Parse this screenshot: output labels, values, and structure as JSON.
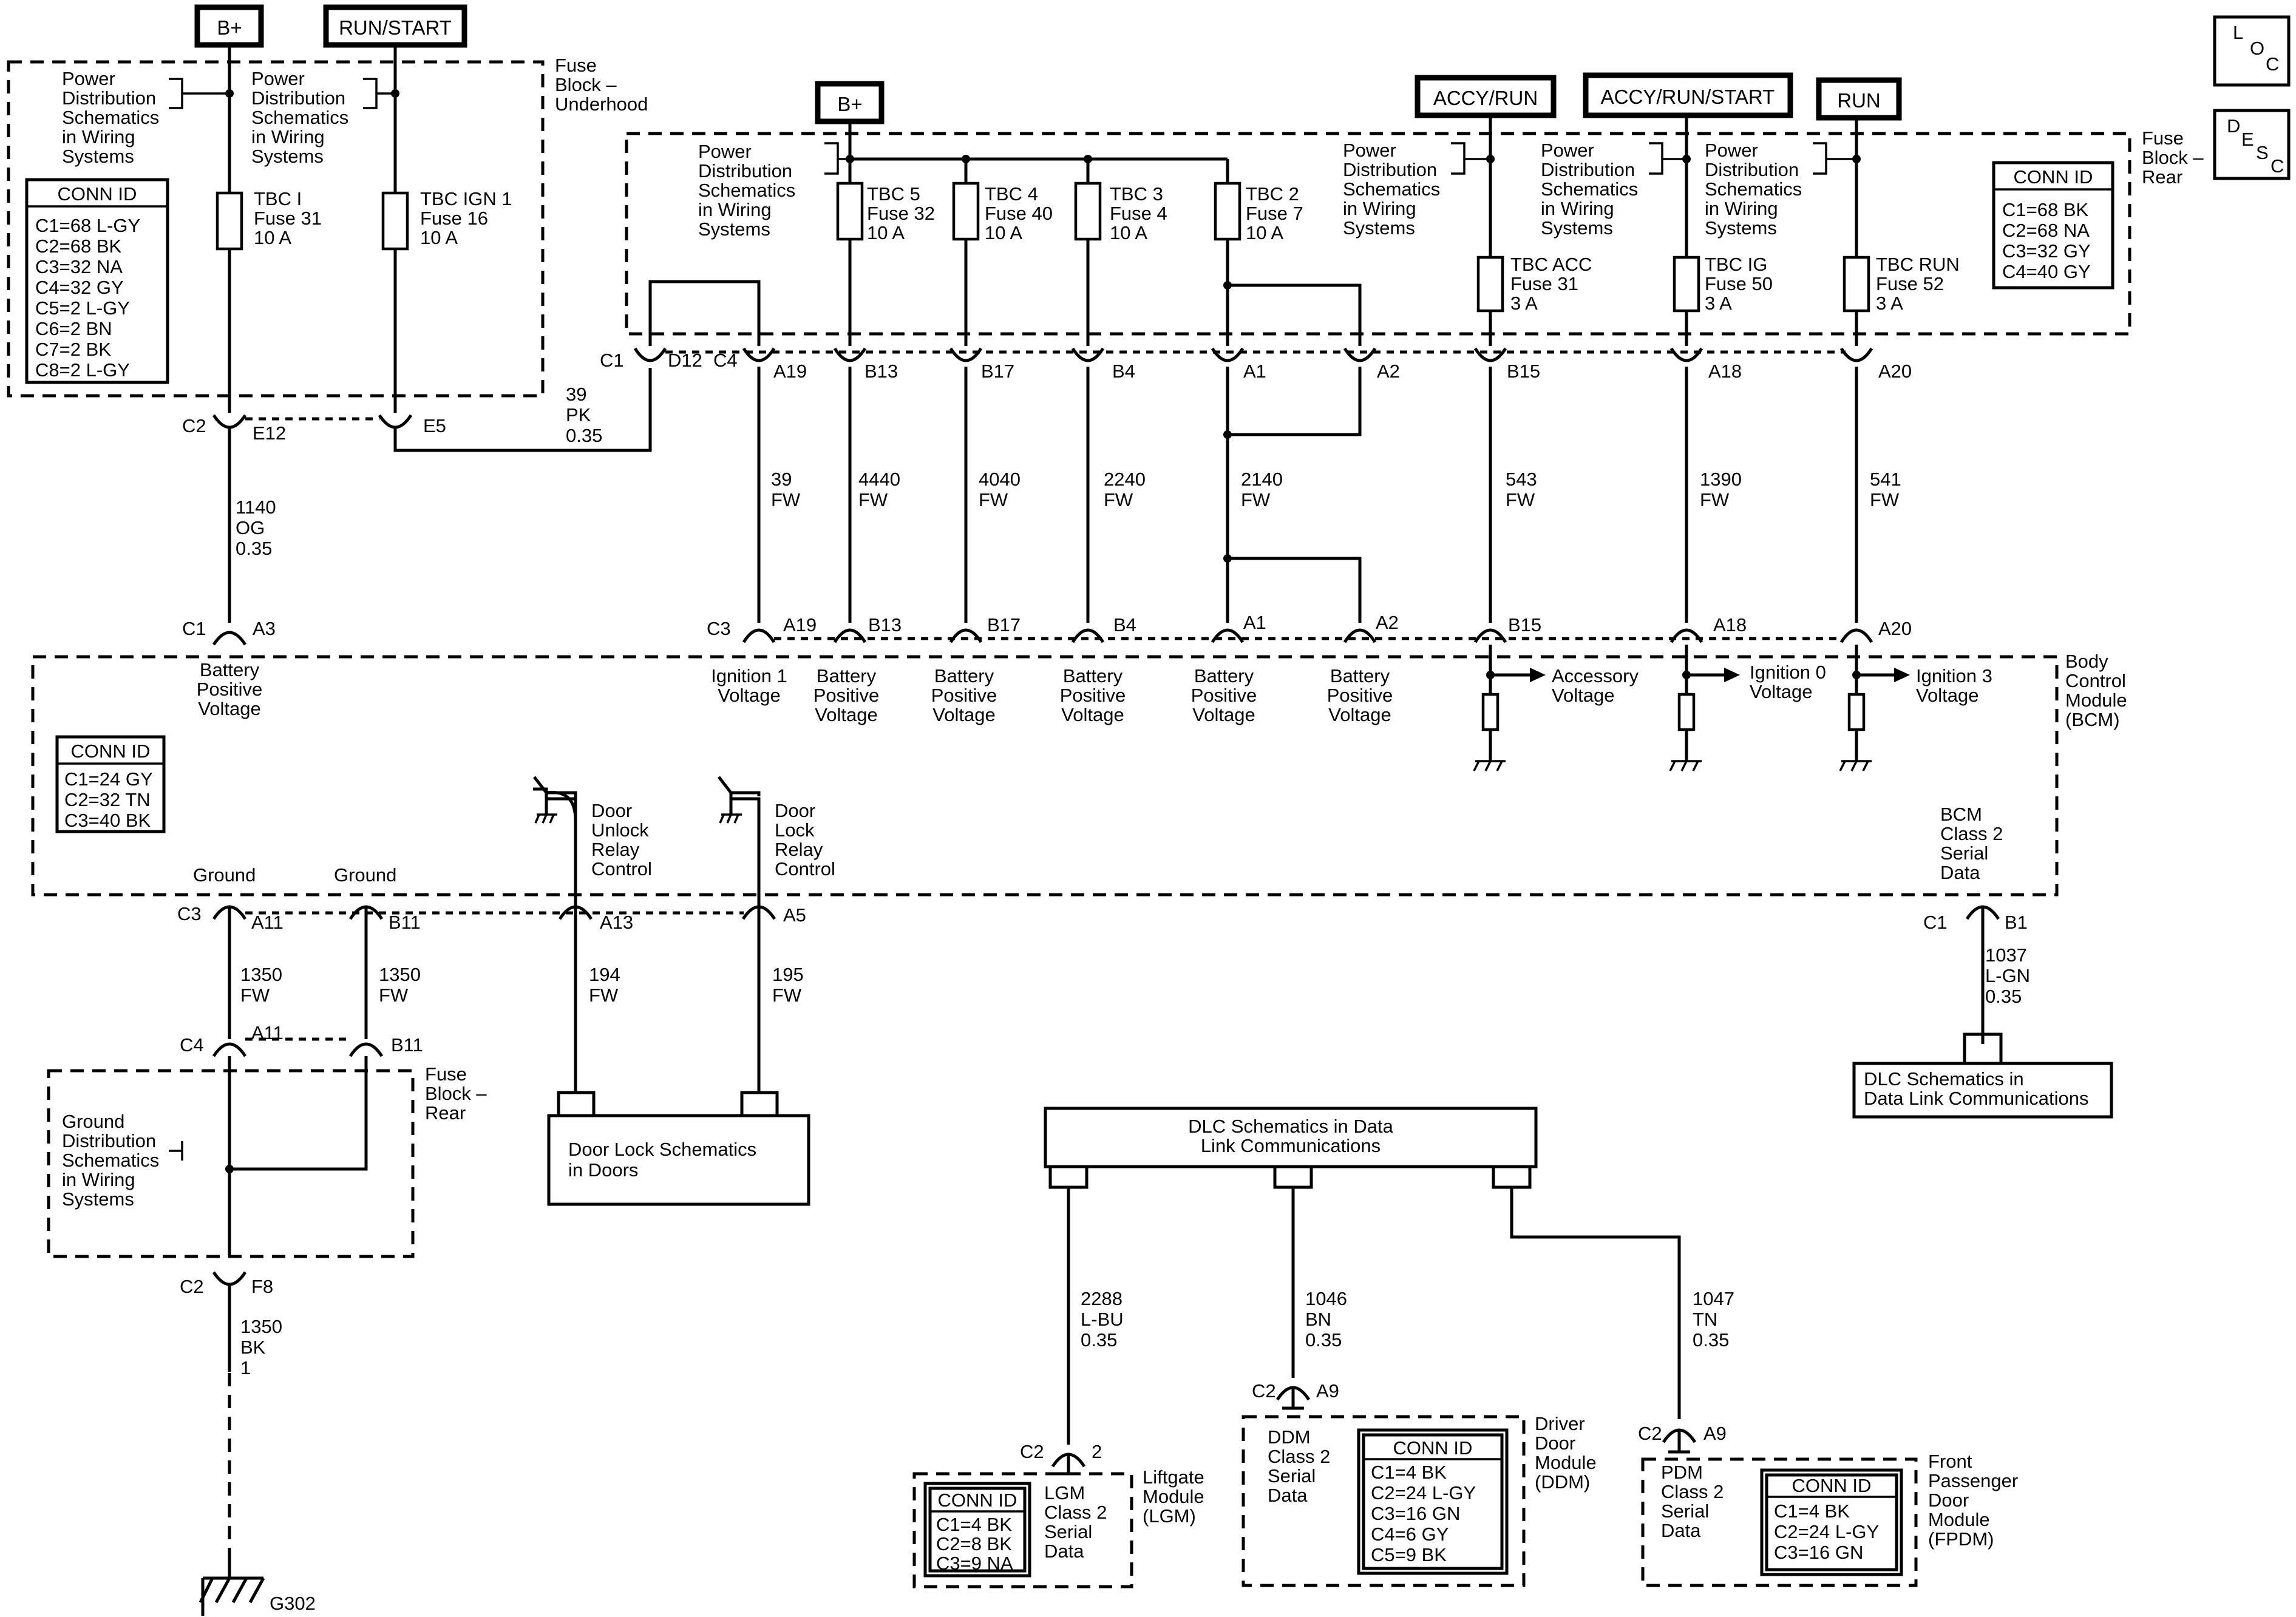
{
  "supplies": {
    "bplus_left": "B+",
    "run_start": "RUN/START",
    "bplus_rear": "B+",
    "accy_run": "ACCY/RUN",
    "accy_run_start": "ACCY/RUN/START",
    "run": "RUN"
  },
  "corner": {
    "loc": [
      "L",
      "O",
      "C"
    ],
    "desc": [
      "D",
      "E",
      "S",
      "C"
    ]
  },
  "fuse_block_underhood": {
    "label": [
      "Fuse",
      "Block –",
      "Underhood"
    ],
    "power_dist_a": [
      "Power",
      "Distribution",
      "Schematics",
      "in Wiring",
      "Systems"
    ],
    "power_dist_b": [
      "Power",
      "Distribution",
      "Schematics",
      "in Wiring",
      "Systems"
    ],
    "conn_title": "CONN ID",
    "conn_rows": [
      "C1=68 L-GY",
      "C2=68 BK",
      "C3=32 NA",
      "C4=32 GY",
      "C5=2 L-GY",
      "C6=2 BN",
      "C7=2 BK",
      "C8=2 L-GY"
    ],
    "fuse_a": [
      "TBC I",
      "Fuse 31",
      "10 A"
    ],
    "fuse_b": [
      "TBC IGN 1",
      "Fuse 16",
      "10 A"
    ],
    "c2": "C2",
    "e12": "E12",
    "e5": "E5"
  },
  "fuse_block_rear": {
    "label": [
      "Fuse",
      "Block –",
      "Rear"
    ],
    "power_dist_a": [
      "Power",
      "Distribution",
      "Schematics",
      "in Wiring",
      "Systems"
    ],
    "power_dist_b": [
      "Power",
      "Distribution",
      "Schematics",
      "in Wiring",
      "Systems"
    ],
    "power_dist_c": [
      "Power",
      "Distribution",
      "Schematics",
      "in Wiring",
      "Systems"
    ],
    "power_dist_d": [
      "Power",
      "Distribution",
      "Schematics",
      "in Wiring",
      "Systems"
    ],
    "conn_title": "CONN ID",
    "conn_rows": [
      "C1=68 BK",
      "C2=68 NA",
      "C3=32 GY",
      "C4=40 GY"
    ],
    "fuses": [
      [
        "TBC 5",
        "Fuse 32",
        "10 A"
      ],
      [
        "TBC 4",
        "Fuse 40",
        "10 A"
      ],
      [
        "TBC 3",
        "Fuse 4",
        "10 A"
      ],
      [
        "TBC 2",
        "Fuse 7",
        "10 A"
      ],
      [
        "TBC ACC",
        "Fuse 31",
        "3 A"
      ],
      [
        "TBC IG",
        "Fuse 50",
        "3 A"
      ],
      [
        "TBC RUN",
        "Fuse 52",
        "3 A"
      ]
    ],
    "c1": "C1",
    "d12": "D12",
    "c4": "C4",
    "pins": [
      "A19",
      "B13",
      "B17",
      "B4",
      "A1",
      "A2",
      "B15",
      "A18",
      "A20"
    ]
  },
  "wires": {
    "w39pk": [
      "39",
      "PK",
      "0.35"
    ],
    "w1140": [
      "1140",
      "OG",
      "0.35"
    ],
    "mid": [
      [
        "39",
        "FW"
      ],
      [
        "4440",
        "FW"
      ],
      [
        "4040",
        "FW"
      ],
      [
        "2240",
        "FW"
      ],
      [
        "2140",
        "FW"
      ],
      [
        "543",
        "FW"
      ],
      [
        "1390",
        "FW"
      ],
      [
        "541",
        "FW"
      ]
    ],
    "w1350a": [
      "1350",
      "FW"
    ],
    "w1350b": [
      "1350",
      "FW"
    ],
    "w194": [
      "194",
      "FW"
    ],
    "w195": [
      "195",
      "FW"
    ],
    "w1037": [
      "1037",
      "L-GN",
      "0.35"
    ],
    "w1350bk": [
      "1350",
      "BK",
      "1"
    ],
    "w2288": [
      "2288",
      "L-BU",
      "0.35"
    ],
    "w1046": [
      "1046",
      "BN",
      "0.35"
    ],
    "w1047": [
      "1047",
      "TN",
      "0.35"
    ]
  },
  "bcm": {
    "label": [
      "Body",
      "Control",
      "Module",
      "(BCM)"
    ],
    "c1": "C1",
    "a3": "A3",
    "c3": "C3",
    "pins_top": [
      "A19",
      "B13",
      "B17",
      "B4",
      "A1",
      "A2",
      "B15",
      "A18",
      "A20"
    ],
    "batt_pos": [
      "Battery",
      "Positive",
      "Voltage"
    ],
    "ign1": [
      "Ignition 1",
      "Voltage"
    ],
    "batt_cols": [
      [
        "Battery",
        "Positive",
        "Voltage"
      ],
      [
        "Battery",
        "Positive",
        "Voltage"
      ],
      [
        "Battery",
        "Positive",
        "Voltage"
      ],
      [
        "Battery",
        "Positive",
        "Voltage"
      ],
      [
        "Battery",
        "Positive",
        "Voltage"
      ]
    ],
    "accessory": [
      "Accessory",
      "Voltage"
    ],
    "ign0": [
      "Ignition 0",
      "Voltage"
    ],
    "ign3": [
      "Ignition 3",
      "Voltage"
    ],
    "conn_title": "CONN ID",
    "conn_rows": [
      "C1=24 GY",
      "C2=32 TN",
      "C3=40 BK"
    ],
    "unlock": [
      "Door",
      "Unlock",
      "Relay",
      "Control"
    ],
    "lock": [
      "Door",
      "Lock",
      "Relay",
      "Control"
    ],
    "class2": [
      "BCM",
      "Class 2",
      "Serial",
      "Data"
    ],
    "ground_a": "Ground",
    "ground_b": "Ground",
    "c3b": "C3",
    "a11": "A11",
    "b11": "B11",
    "a13": "A13",
    "a5": "A5",
    "c1b": "C1",
    "b1": "B1"
  },
  "lower_left": {
    "c4": "C4",
    "a11": "A11",
    "b11": "B11",
    "fuse_block": [
      "Fuse",
      "Block –",
      "Rear"
    ],
    "ground_dist": [
      "Ground",
      "Distribution",
      "Schematics",
      "in Wiring",
      "Systems"
    ],
    "c2": "C2",
    "f8": "F8",
    "ground": "G302"
  },
  "door_lock": [
    "Door Lock Schematics",
    "in Doors"
  ],
  "dlc_small": [
    "DLC Schematics in",
    "Data Link Communications"
  ],
  "dlc_big": [
    "DLC Schematics in Data",
    "Link Communications"
  ],
  "lgm": {
    "c2": "C2",
    "pin": "2",
    "conn_title": "CONN ID",
    "conn_rows": [
      "C1=4 BK",
      "C2=8 BK",
      "C3=9 NA"
    ],
    "serial": [
      "LGM",
      "Class 2",
      "Serial",
      "Data"
    ],
    "label": [
      "Liftgate",
      "Module",
      "(LGM)"
    ]
  },
  "ddm": {
    "c2": "C2",
    "pin": "A9",
    "serial": [
      "DDM",
      "Class 2",
      "Serial",
      "Data"
    ],
    "conn_title": "CONN ID",
    "conn_rows": [
      "C1=4 BK",
      "C2=24 L-GY",
      "C3=16 GN",
      "C4=6 GY",
      "C5=9 BK"
    ],
    "label": [
      "Driver",
      "Door",
      "Module",
      "(DDM)"
    ]
  },
  "pdm": {
    "c2": "C2",
    "pin": "A9",
    "serial": [
      "PDM",
      "Class 2",
      "Serial",
      "Data"
    ],
    "conn_title": "CONN ID",
    "conn_rows": [
      "C1=4 BK",
      "C2=24 L-GY",
      "C3=16 GN"
    ],
    "label": [
      "Front",
      "Passenger",
      "Door",
      "Module",
      "(FPDM)"
    ]
  }
}
